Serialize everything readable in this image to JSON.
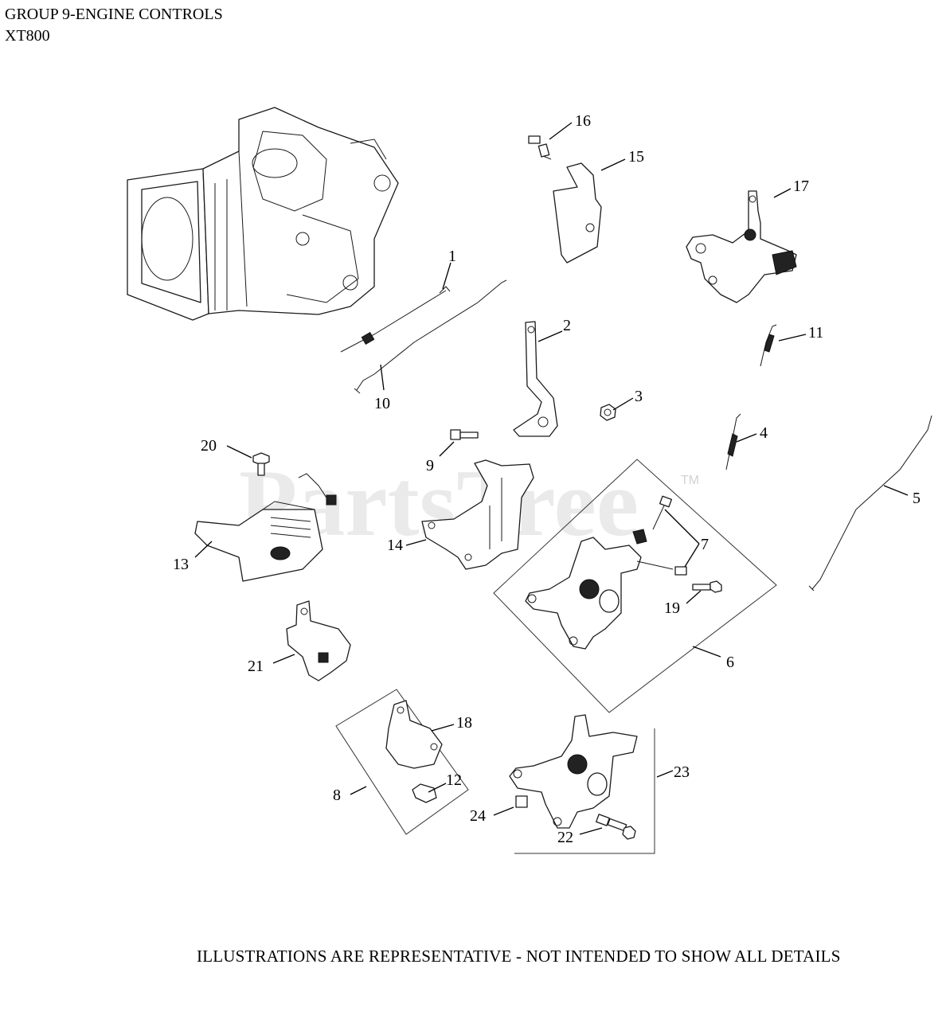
{
  "header": {
    "title": "GROUP 9-ENGINE CONTROLS",
    "model": "XT800"
  },
  "footer": {
    "note": "ILLUSTRATIONS ARE REPRESENTATIVE - NOT INTENDED TO SHOW ALL DETAILS"
  },
  "watermark": {
    "text": "PartsTree",
    "trademark": "TM"
  },
  "callouts": [
    "1",
    "2",
    "3",
    "4",
    "5",
    "6",
    "7",
    "8",
    "9",
    "10",
    "11",
    "12",
    "13",
    "14",
    "15",
    "16",
    "17",
    "18",
    "19",
    "20",
    "21",
    "22",
    "23",
    "24"
  ]
}
